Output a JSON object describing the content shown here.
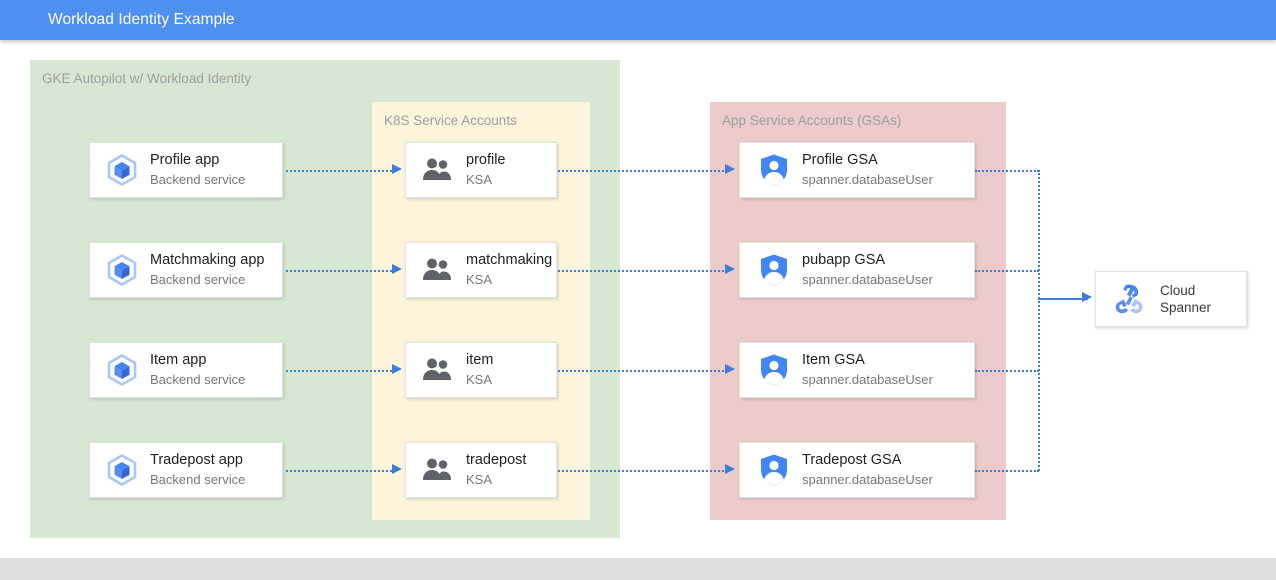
{
  "window": {
    "title": "Workload Identity Example",
    "title_bar_color": "#4e90f0"
  },
  "groups": {
    "cluster": {
      "label": "GKE Autopilot w/ Workload Identity",
      "color": "#d6e8d2"
    },
    "ksa": {
      "label": "K8S Service Accounts",
      "color": "#fcf5dc"
    },
    "gsa": {
      "label": "App Service Accounts (GSAs)",
      "color": "#eecbcb"
    }
  },
  "rows": [
    {
      "app": {
        "title": "Profile app",
        "subtitle": "Backend service",
        "icon": "gke-container-icon"
      },
      "ksa": {
        "title": "profile",
        "subtitle": "KSA",
        "icon": "people-group-icon"
      },
      "gsa": {
        "title": "Profile GSA",
        "subtitle": "spanner.databaseUser",
        "icon": "iam-shield-person-icon"
      }
    },
    {
      "app": {
        "title": "Matchmaking app",
        "subtitle": "Backend service",
        "icon": "gke-container-icon"
      },
      "ksa": {
        "title": "matchmaking",
        "subtitle": "KSA",
        "icon": "people-group-icon"
      },
      "gsa": {
        "title": "pubapp GSA",
        "subtitle": "spanner.databaseUser",
        "icon": "iam-shield-person-icon"
      }
    },
    {
      "app": {
        "title": "Item app",
        "subtitle": "Backend service",
        "icon": "gke-container-icon"
      },
      "ksa": {
        "title": "item",
        "subtitle": "KSA",
        "icon": "people-group-icon"
      },
      "gsa": {
        "title": "Item GSA",
        "subtitle": "spanner.databaseUser",
        "icon": "iam-shield-person-icon"
      }
    },
    {
      "app": {
        "title": "Tradepost app",
        "subtitle": "Backend service",
        "icon": "gke-container-icon"
      },
      "ksa": {
        "title": "tradepost",
        "subtitle": "KSA",
        "icon": "people-group-icon"
      },
      "gsa": {
        "title": "Tradepost GSA",
        "subtitle": "spanner.databaseUser",
        "icon": "iam-shield-person-icon"
      }
    }
  ],
  "database": {
    "line1": "Cloud",
    "line2": "Spanner",
    "icon": "cloud-spanner-wrench-icon"
  },
  "connector_color": "#3b7ddd"
}
